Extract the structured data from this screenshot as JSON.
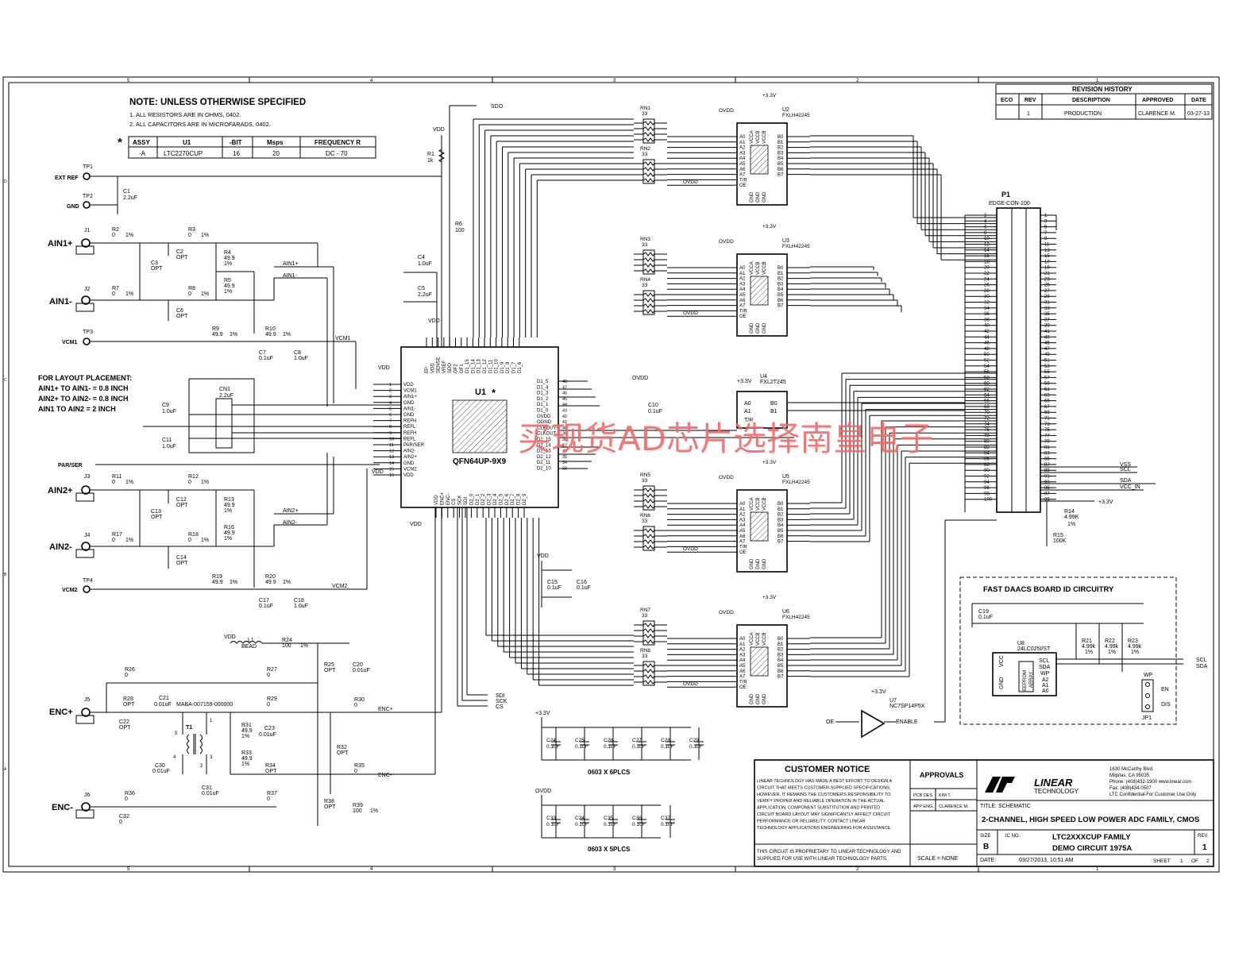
{
  "notes": {
    "title": "NOTE: UNLESS OTHERWISE SPECIFIED",
    "line1": "1. ALL RESISTORS ARE IN OHMS, 0402.",
    "line2": "2. ALL CAPACITORS ARE IN MICROFARADS, 0402."
  },
  "assy_table": {
    "star": "*",
    "headers": [
      "ASSY",
      "U1",
      "-BIT",
      "Msps",
      "FREQUENCY R"
    ],
    "row": [
      "-A",
      "LTC2270CUP",
      "16",
      "20",
      "DC - 70"
    ]
  },
  "layout_placement": {
    "title": "FOR LAYOUT PLACEMENT:",
    "lines": [
      "AIN1+ TO AIN1- = 0.8 INCH",
      "AIN2+ TO AIN2- = 0.8 INCH",
      "AIN1 TO AIN2 = 2 INCH"
    ]
  },
  "connectors": {
    "ext_ref": "EXT REF",
    "gnd": "GND",
    "tp1": "TP1",
    "tp2": "TP2",
    "tp3": "TP3",
    "tp4": "TP4",
    "ain1p": "AIN1+",
    "ain1n": "AIN1-",
    "ain2p": "AIN2+",
    "ain2n": "AIN2-",
    "vcm1": "VCM1",
    "vcm2": "VCM2",
    "encp": "ENC+",
    "encn": "ENC-",
    "j1": "J1",
    "j2": "J2",
    "j3": "J3",
    "j4": "J4",
    "j5": "J5",
    "j6": "J6",
    "parser": "PAR/SER"
  },
  "parts": {
    "r1": "R1",
    "r1v": "1k",
    "c1": "C1",
    "c1v": "2.2uF",
    "r2": "R2",
    "r3": "R3",
    "r4": "R4",
    "r5": "R5",
    "r6": "R6",
    "r6v": "100",
    "r7": "R7",
    "r8": "R8",
    "r9": "R9",
    "r10": "R10",
    "r11": "R11",
    "r12": "R12",
    "r13": "R13",
    "r16": "R16",
    "r17": "R17",
    "r18": "R18",
    "r19": "R19",
    "r20": "R20",
    "r24": "R24",
    "r25": "R25",
    "r26": "R26",
    "r27": "R27",
    "r28": "R28",
    "r29": "R29",
    "r30": "R30",
    "r31": "R31",
    "r32": "R32",
    "r33": "R33",
    "r34": "R34",
    "r35": "R35",
    "r36": "R36",
    "r37": "R37",
    "r38": "R38",
    "r39": "R39",
    "c2": "C2",
    "c3": "C3",
    "c4": "C4",
    "c4v": "1.0uF",
    "c5": "C5",
    "c5v": "2.2uF",
    "c6": "C6",
    "c7": "C7",
    "c8": "C8",
    "c9": "C9",
    "c10": "C10",
    "c11": "C11",
    "c12": "C12",
    "c13": "C13",
    "c14": "C14",
    "c15": "C15",
    "c16": "C16",
    "c17": "C17",
    "c18": "C18",
    "c20": "C20",
    "c21": "C21",
    "c22": "C22",
    "c23": "C23",
    "c30": "C30",
    "c31": "C31",
    "c32": "C32",
    "opt": "OPT",
    "zero": "0",
    "one_pct": "1%",
    "r499": "49.9",
    "uF01": "0.01uF",
    "uF1": "0.1uF",
    "uF10": "1.0uF",
    "uF22": "2.2uF",
    "r100": "100",
    "cn1": "CN1",
    "l1": "L1",
    "bead": "BEAD",
    "t1": "T1",
    "t1part": "MABA-007159-000000",
    "vdd": "VDD",
    "ovdd": "OVDD",
    "p33": "+3.3V",
    "ain1p_net": "AIN1+",
    "ain1n_net": "AIN1-",
    "ain2p_net": "AIN2+",
    "ain2n_net": "AIN2-",
    "encp_net": "ENC+",
    "encn_net": "ENC-"
  },
  "u1": {
    "ref": "U1",
    "star": "*",
    "package": "QFN64UP-9X9",
    "left_pins": [
      "VDD",
      "VCM1",
      "AIN1+",
      "GND",
      "AIN1-",
      "GND",
      "REFH",
      "REFL",
      "REFH",
      "REFL",
      "PAR/SER",
      "AIN2-",
      "AIN2+",
      "GND",
      "VCM2",
      "VDD"
    ],
    "left_nums": [
      "1",
      "2",
      "3",
      "4",
      "5",
      "6",
      "7",
      "8",
      "9",
      "10",
      "11",
      "12",
      "13",
      "14",
      "15",
      "16"
    ],
    "right_pins": [
      "D1_5",
      "D1_4",
      "D1_3",
      "D1_2",
      "D1_1",
      "D1_0",
      "OVDD",
      "OGND",
      "CLKOUT+",
      "CLKOUT-",
      "D2_15",
      "D2_14",
      "D2_13",
      "D2_12",
      "D2_11",
      "D2_10"
    ],
    "right_nums": [
      "48",
      "47",
      "46",
      "45",
      "44",
      "43",
      "42",
      "41",
      "40",
      "39",
      "38",
      "37",
      "36",
      "35",
      "34",
      "33"
    ],
    "top_pins": [
      "EP",
      "VDD",
      "SENSE",
      "VREF",
      "SDO",
      "OF2",
      "OF1",
      "D1_15",
      "D1_14",
      "D1_13",
      "D1_12",
      "D1_11",
      "D1_10",
      "D1_9",
      "D1_8",
      "D1_7",
      "D1_6"
    ],
    "bottom_pins": [
      "VDD",
      "ENC+",
      "ENC-",
      "CS",
      "SCK",
      "SDI",
      "D2_0",
      "D2_1",
      "D2_2",
      "D2_3",
      "D2_4",
      "D2_5",
      "D2_6",
      "D2_7",
      "D2_8",
      "D2_9"
    ],
    "sdo": "SDO",
    "sdi": "SDI",
    "sck": "SCK",
    "cs": "CS"
  },
  "buffers": {
    "u2": "U2",
    "u3": "U3",
    "u5": "U5",
    "u6": "U6",
    "u4": "U4",
    "part": "FXLH42245",
    "u4part": "FXL2T245",
    "a_pins": [
      "A0",
      "A1",
      "A2",
      "A3",
      "A4",
      "A5",
      "A6",
      "A7",
      "T/R",
      "OE"
    ],
    "b_pins": [
      "B0",
      "B1",
      "B2",
      "B3",
      "B4",
      "B5",
      "B6",
      "B7"
    ],
    "vcca": "VCCA",
    "vccb": "VCCB",
    "gnd": "GND",
    "oe": "OE",
    "tr": "T/R",
    "rn": [
      "RN1",
      "RN2",
      "RN3",
      "RN4",
      "RN5",
      "RN6",
      "RN7",
      "RN8"
    ],
    "rn_val": "33"
  },
  "p1": {
    "ref": "P1",
    "part": "EDGE-CON-100",
    "left_nums": [
      "2",
      "4",
      "6",
      "8",
      "10",
      "12",
      "14",
      "16",
      "18",
      "20",
      "22",
      "24",
      "26",
      "28",
      "30",
      "32",
      "34",
      "36",
      "38",
      "40",
      "42",
      "44",
      "46",
      "48",
      "50",
      "52",
      "54",
      "56",
      "58",
      "60",
      "62",
      "64",
      "66",
      "68",
      "70",
      "72",
      "74",
      "76",
      "78",
      "80",
      "82",
      "84",
      "86",
      "88",
      "90",
      "92",
      "94",
      "96",
      "98",
      "100"
    ],
    "right_nums": [
      "1",
      "3",
      "5",
      "7",
      "9",
      "11",
      "13",
      "15",
      "17",
      "19",
      "21",
      "23",
      "25",
      "27",
      "29",
      "31",
      "33",
      "35",
      "37",
      "39",
      "41",
      "43",
      "45",
      "47",
      "49",
      "51",
      "53",
      "55",
      "57",
      "59",
      "61",
      "63",
      "65",
      "67",
      "69",
      "71",
      "73",
      "75",
      "77",
      "79",
      "81",
      "83",
      "85",
      "87",
      "89",
      "91",
      "93",
      "95",
      "97",
      "99"
    ],
    "vss": "VSS",
    "scl": "SCL",
    "sda": "SDA",
    "vccin": "VCC_IN",
    "r14": "R14",
    "r14v": "4.99K",
    "r15": "R15",
    "r15v": "100K"
  },
  "board_id": {
    "title": "FAST DAACS BOARD ID CIRCUITRY",
    "c19": "C19",
    "c19v": "0.1uF",
    "u8": "U8",
    "u8part": "24LC025I/ST",
    "r21": "R21",
    "r22": "R22",
    "r23": "R23",
    "rv": "4.99k",
    "eeprom": "EEPROM",
    "array": "ARRAY",
    "pins": [
      "SCL",
      "SDA",
      "WP",
      "A2",
      "A1",
      "A0"
    ],
    "vcc": "VCC",
    "gnd": "GND",
    "wp": "WP",
    "en": "EN",
    "dis": "DIS",
    "jp1": "JP1",
    "scl": "SCL",
    "sda": "SDA"
  },
  "u7": {
    "ref": "U7",
    "part": "NC7SP14P5X",
    "oe": "OE",
    "enable": "ENABLE",
    "p33": "+3.3V"
  },
  "decoupling": {
    "bank1": [
      "C24",
      "C25",
      "C26",
      "C27",
      "C28",
      "C29"
    ],
    "bank1_note": "0603 X 6PLCS",
    "bank2": [
      "C33",
      "C34",
      "C35",
      "C36",
      "C37"
    ],
    "bank2_note": "0603 X 5PLCS",
    "val": "0.1uF",
    "p33": "+3.3V",
    "ovdd": "OVDD"
  },
  "watermark": "买现货AD芯片选择南皇电子",
  "revision": {
    "title": "REVISION HISTORY",
    "headers": [
      "ECO",
      "REV",
      "DESCRIPTION",
      "APPROVED",
      "DATE"
    ],
    "row": [
      "",
      "1",
      "PRODUCTION",
      "CLARENCE M.",
      "03-27-13"
    ]
  },
  "title_block": {
    "customer_notice": "CUSTOMER NOTICE",
    "notice_lines": [
      "LINEAR TECHNOLOGY HAS MADE A BEST EFFORT TO DESIGN A",
      "CIRCUIT THAT MEETS CUSTOMER-SUPPLIED SPECIFICATIONS;",
      "HOWEVER, IT REMAINS THE CUSTOMER'S RESPONSIBILITY TO",
      "VERIFY PROPER AND RELIABLE OPERATION IN THE ACTUAL",
      "APPLICATION. COMPONENT SUBSTITUTION AND PRINTED",
      "CIRCUIT BOARD LAYOUT MAY SIGNIFICANTLY AFFECT CIRCUIT",
      "PERFORMANCE OR RELIABILITY. CONTACT LINEAR",
      "TECHNOLOGY APPLICATIONS ENGINEERING FOR ASSISTANCE."
    ],
    "proprietary1": "THIS CIRCUIT IS PROPRIETARY TO LINEAR TECHNOLOGY AND",
    "proprietary2": "SUPPLIED FOR USE WITH LINEAR TECHNOLOGY PARTS.",
    "approvals": "APPROVALS",
    "pcb_des": "PCB DES.",
    "pcb_name": "KIM T.",
    "app_eng": "APP ENG.",
    "app_name": "CLARENCE M.",
    "scale": "SCALE = NONE",
    "logo": "LINEAR",
    "logo2": "TECHNOLOGY",
    "addr1": "1630 McCarthy Blvd.",
    "addr2": "Milpitas, CA 95035",
    "phone": "Phone: (408)432-1900  www.linear.com",
    "fax": "Fax: (408)434-0507",
    "conf": "LTC Confidential-For Customer Use Only",
    "title_label": "TITLE: SCHEMATIC",
    "title": "2-CHANNEL, HIGH SPEED LOW POWER  ADC FAMILY, CMOS",
    "size_label": "SIZE",
    "size": "B",
    "ic_label": "IC NO.",
    "ic1": "LTC2XXXCUP FAMILY",
    "ic2": "DEMO CIRCUIT 1975A",
    "rev_label": "REV.",
    "rev": "1",
    "date_label": "DATE:",
    "date": "03/27/2013, 10:51 AM",
    "sheet": "SHEET",
    "sheet_n": "1",
    "of": "OF",
    "sheet_t": "2"
  },
  "frame": {
    "top": [
      "5",
      "4",
      "3",
      "2",
      "1"
    ],
    "side": [
      "D",
      "C",
      "B",
      "A"
    ]
  }
}
